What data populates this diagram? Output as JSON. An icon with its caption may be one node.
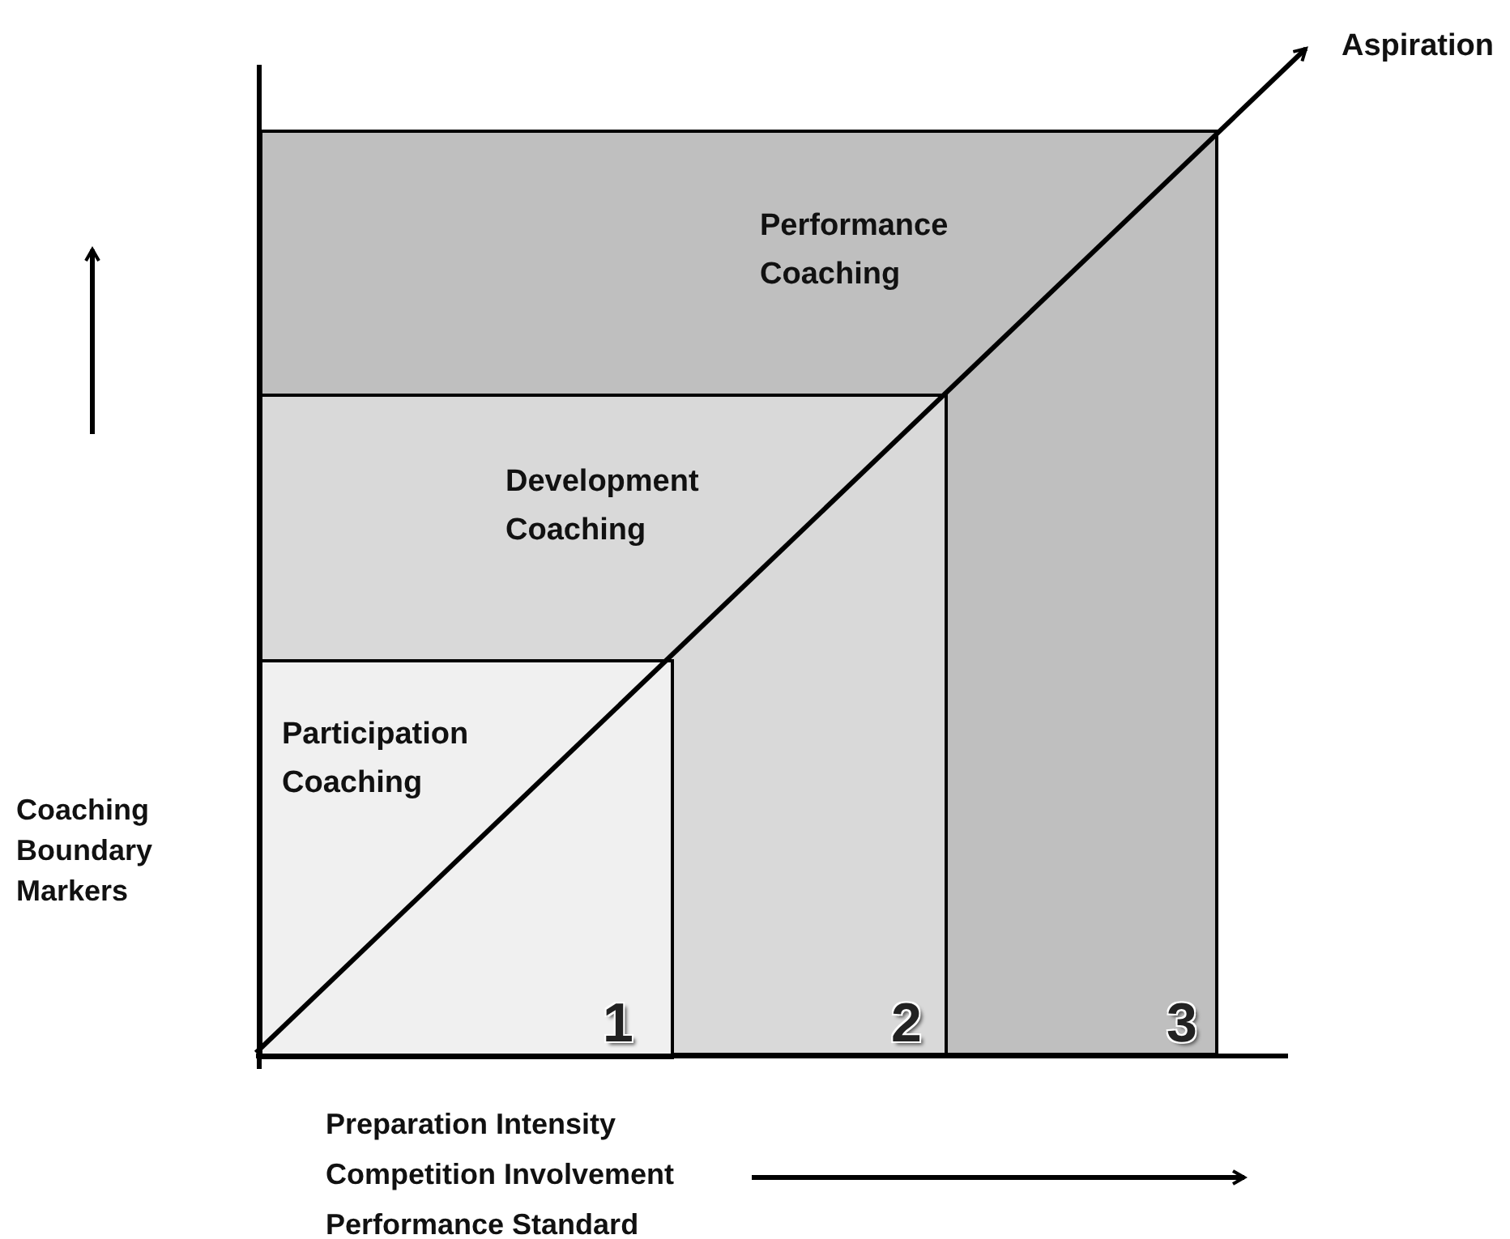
{
  "diagram": {
    "nodes": [
      {
        "text": [
          "Performance Coaching"
        ]
      },
      {
        "text": [
          "Development Coaching"
        ],
        "in": 0
      },
      {
        "text": [
          "Participation Coaching"
        ],
        "in": 1
      },
      {
        "text": [
          "Aspiration"
        ]
      }
    ],
    "edges": [
      {
        "from": 2,
        "to": 3,
        "arrow": "to"
      }
    ],
    "labels": [
      "1",
      "2",
      "3",
      "Coaching Boundary Markers",
      "Preparation Intensity",
      "Competition Involvement",
      "Performance Standard"
    ]
  }
}
